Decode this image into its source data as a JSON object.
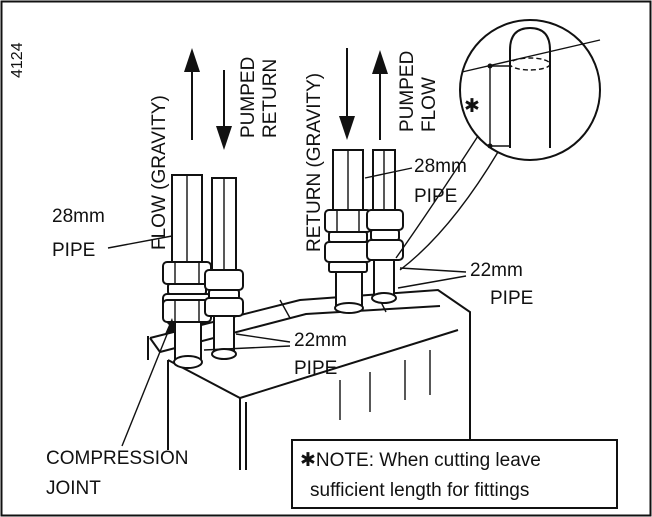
{
  "figure_number": "4124",
  "pipe_labels": {
    "flow_gravity": "FLOW (GRAVITY)",
    "pumped_return_1": "PUMPED",
    "pumped_return_2": "RETURN",
    "return_gravity": "RETURN (GRAVITY)",
    "pumped_flow_1": "PUMPED",
    "pumped_flow_2": "FLOW"
  },
  "callouts": {
    "pipe_28_left_1": "28mm",
    "pipe_28_left_2": "PIPE",
    "pipe_28_right_1": "28mm",
    "pipe_28_right_2": "PIPE",
    "pipe_22_right_1": "22mm",
    "pipe_22_right_2": "PIPE",
    "pipe_22_mid_1": "22mm",
    "pipe_22_mid_2": "PIPE",
    "compression_1": "COMPRESSION",
    "compression_2": "JOINT"
  },
  "note": {
    "symbol": "✱",
    "line1": "NOTE: When cutting leave",
    "line2": "sufficient length for fittings"
  },
  "detail": {
    "symbol": "✱"
  }
}
